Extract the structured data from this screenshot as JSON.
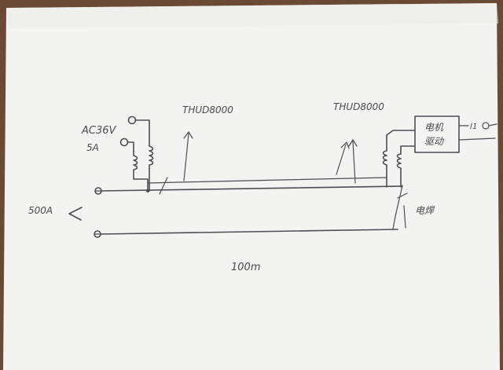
{
  "labels": {
    "source_voltage": "AC36V",
    "source_current": "5A",
    "probe_left": "THUD8000",
    "probe_right": "THUD8000",
    "current_rating": "500A",
    "length": "100m",
    "box_line1": "电机",
    "box_line2": "驱动",
    "weld": "电焊",
    "box_output": "I1"
  },
  "colors": {
    "paper": "#f3f3f1",
    "ink": "#4d4d55",
    "table": "#6b4a35"
  }
}
